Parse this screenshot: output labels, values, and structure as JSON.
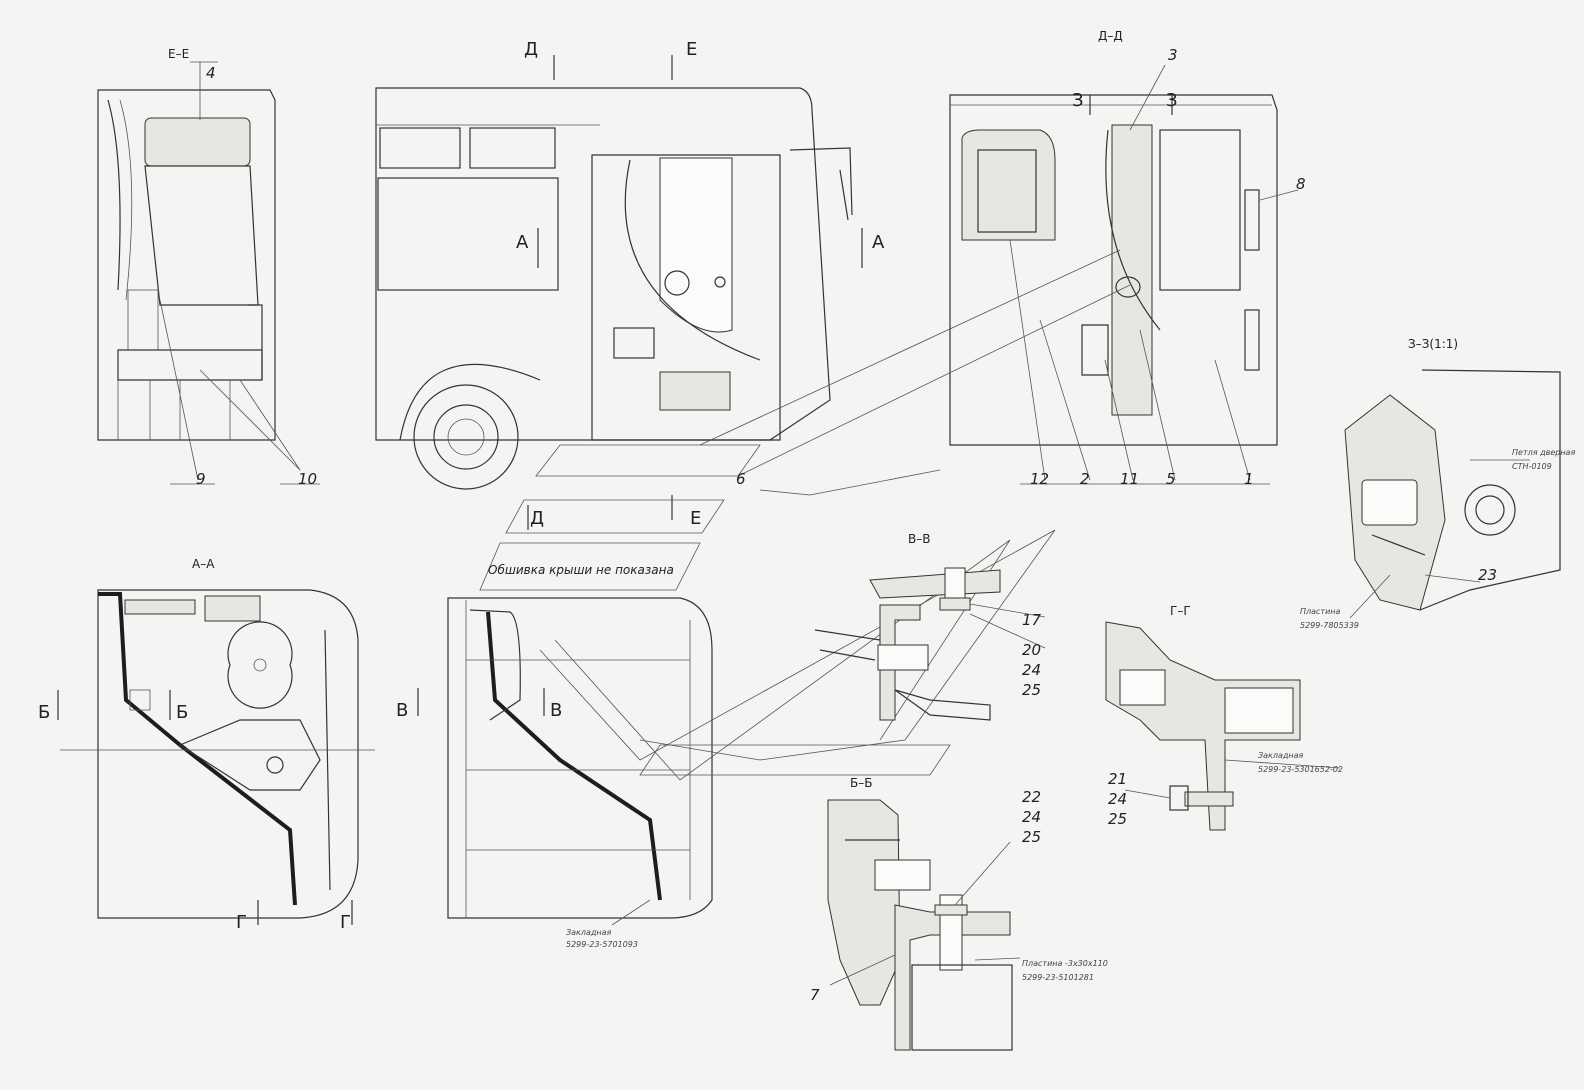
{
  "sections": {
    "ee": "Е–Е",
    "dd": "Д–Д",
    "aa": "А–А",
    "vv": "В–В",
    "bb": "Б–Б",
    "gg": "Г–Г",
    "zz": "З–З(1:1)"
  },
  "section_marks": {
    "d": "Д",
    "e": "Е",
    "a": "А",
    "b": "Б",
    "v": "В",
    "g": "Г",
    "z": "З"
  },
  "callouts": [
    "1",
    "2",
    "3",
    "4",
    "5",
    "6",
    "7",
    "8",
    "9",
    "10",
    "11",
    "12",
    "17",
    "20",
    "21",
    "22",
    "23",
    "24",
    "25"
  ],
  "notes": {
    "roof": "Обшивка крыши не показана",
    "zakladnaya_label": "Закладная",
    "zakladnaya_1": "5299-23-5701093",
    "zakladnaya_2": "5299-23-5301652-02",
    "plastina_label": "Пластина",
    "plastina_1": "5299-7805339",
    "plastina_2_label": "Пластина -3х30х110",
    "plastina_2": "5299-23-5101281",
    "petlya_label": "Петля дверная",
    "petlya": "СТН-0109"
  },
  "colors": {
    "paper": "#f4f5f2",
    "line": "#333333",
    "hatch": "#1d1d1d"
  }
}
